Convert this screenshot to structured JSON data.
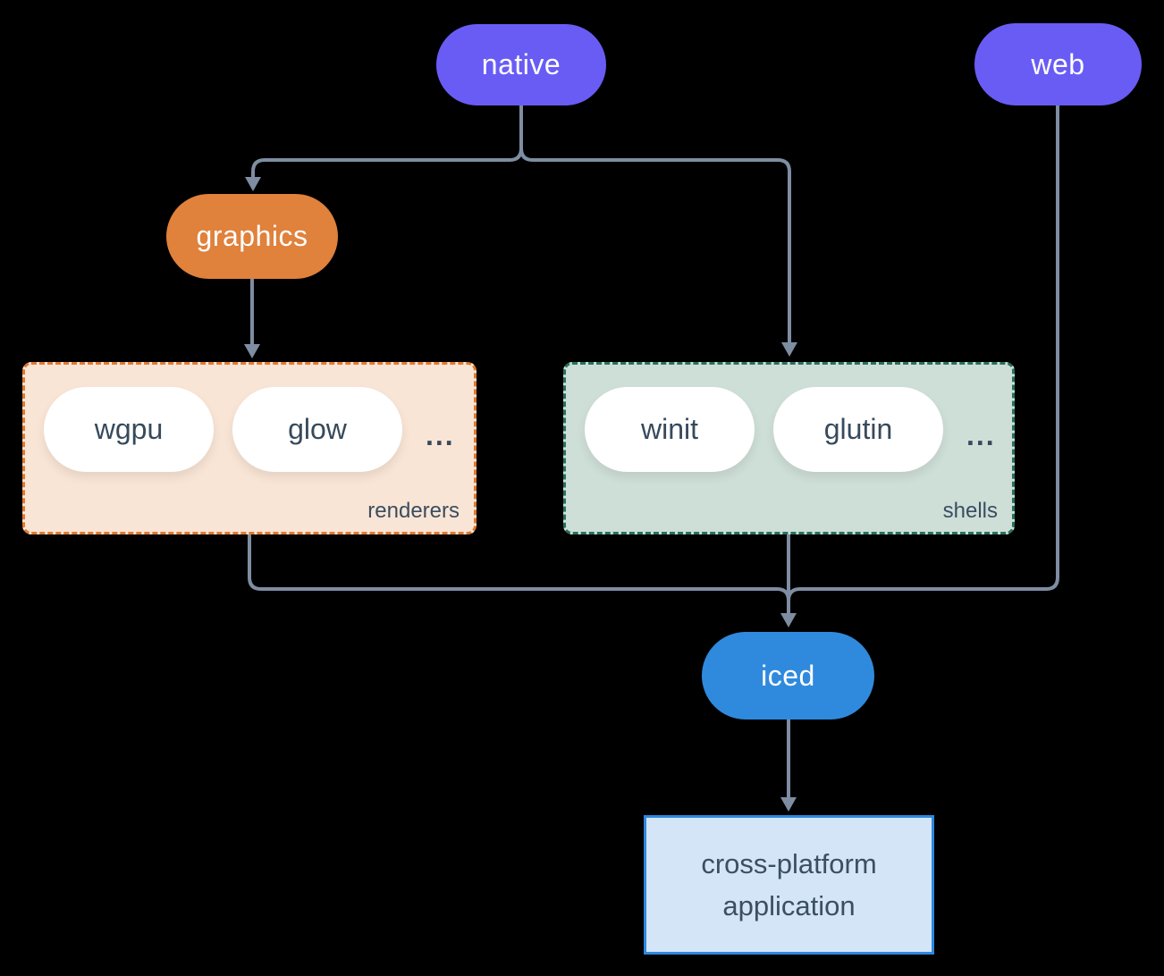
{
  "colors": {
    "background": "#000000",
    "platform_purple": "#695CF5",
    "graphics_orange": "#E0813C",
    "iced_blue": "#2F8ADE",
    "renderers_bg": "#F9E5D6",
    "renderers_border": "#E0792F",
    "shells_bg": "#CEDFD8",
    "shells_border": "#27705F",
    "app_bg": "#D3E5F7",
    "app_border": "#2F87DD",
    "white_pill_text": "#374A5C",
    "edge_gray": "#7E8DA1"
  },
  "diagram": {
    "nodes": {
      "native": {
        "label": "native"
      },
      "web": {
        "label": "web"
      },
      "graphics": {
        "label": "graphics"
      },
      "iced": {
        "label": "iced"
      },
      "app": {
        "label": "cross-platform application"
      }
    },
    "groups": {
      "renderers": {
        "label": "renderers",
        "ellipsis": "...",
        "pills": [
          {
            "label": "wgpu"
          },
          {
            "label": "glow"
          }
        ]
      },
      "shells": {
        "label": "shells",
        "ellipsis": "...",
        "pills": [
          {
            "label": "winit"
          },
          {
            "label": "glutin"
          }
        ]
      }
    },
    "edges": [
      {
        "from": "native",
        "to": "graphics"
      },
      {
        "from": "native",
        "to": "shells"
      },
      {
        "from": "graphics",
        "to": "renderers"
      },
      {
        "from": "renderers",
        "to": "iced"
      },
      {
        "from": "shells",
        "to": "iced"
      },
      {
        "from": "web",
        "to": "iced"
      },
      {
        "from": "iced",
        "to": "app"
      }
    ]
  }
}
